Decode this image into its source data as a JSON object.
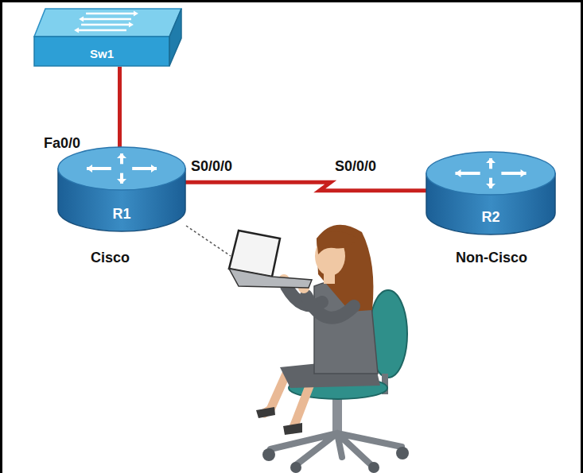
{
  "diagram": {
    "nodes": [
      {
        "text": [
          "Sw1"
        ]
      },
      {
        "text": [
          "R1"
        ]
      },
      {
        "text": [
          "R2"
        ]
      }
    ],
    "edges": [
      {
        "from": 0,
        "to": 1,
        "arrow": "none"
      },
      {
        "from": 1,
        "to": 2,
        "arrow": "none"
      }
    ],
    "labels": [
      "Fa0/0",
      "S0/0/0",
      "S0/0/0",
      "Cisco",
      "Non-Cisco"
    ]
  }
}
